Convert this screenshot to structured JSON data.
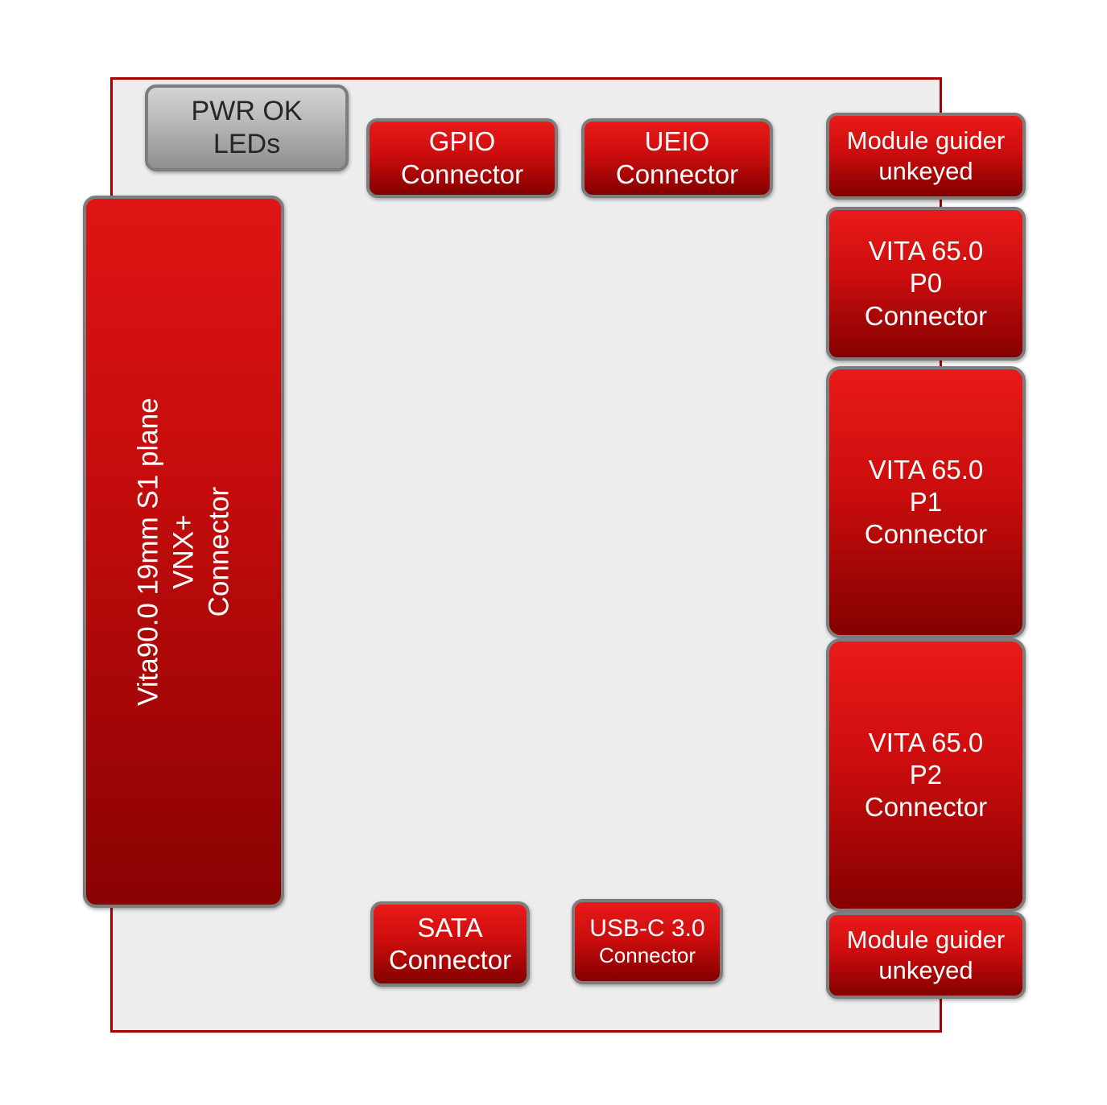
{
  "diagram": {
    "description_labels": {
      "pwr_ok_leds": "PWR OK\nLEDs",
      "gpio": "GPIO\nConnector",
      "ueio": "UEIO\nConnector",
      "module_guider_top": "Module guider\nunkeyed",
      "vita_p0": "VITA 65.0\nP0\nConnector",
      "vita_p1": "VITA 65.0\nP1\nConnector",
      "vita_p2": "VITA 65.0\nP2\nConnector",
      "module_guider_bottom": "Module guider\nunkeyed",
      "vnx": "Vita90.0 19mm S1 plane\nVNX+\nConnector",
      "sata": "SATA\nConnector",
      "usb_c_line1": "USB-C 3.0",
      "usb_c_line2": "Connector"
    },
    "colors": {
      "connector_red_top": "#ea1a1a",
      "connector_red_bottom": "#840000",
      "connector_gray_top": "#d4d4d4",
      "connector_gray_bottom": "#8f8f8f",
      "connector_border": "#7d7d7d",
      "board_fill": "#ededed",
      "board_border": "#a40000",
      "label_light": "#ffffff",
      "label_dark": "#262626"
    }
  }
}
